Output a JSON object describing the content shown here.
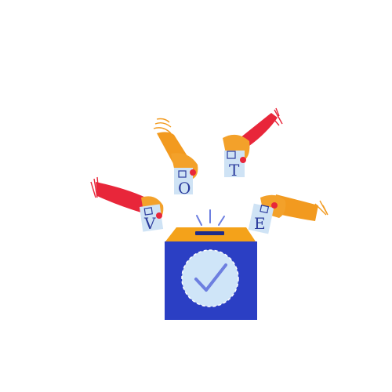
{
  "ballots": [
    {
      "letter": "V"
    },
    {
      "letter": "O"
    },
    {
      "letter": "T"
    },
    {
      "letter": "E"
    }
  ],
  "colors": {
    "sleeve_red": "#e8263a",
    "sleeve_orange": "#f29a1f",
    "skin": "#f3a12a",
    "ballot_paper": "#cfe3f5",
    "ink": "#2a3a9c",
    "box_front": "#2b3fc4",
    "box_lid": "#f4a21a",
    "slot": "#1e2b8a",
    "seal_fill": "#cfe5f8",
    "check_mark": "#6d7fe0",
    "sparkle": "#6d7fe0"
  },
  "icons": {
    "ballot_box": "ballot-box-icon",
    "check": "check-mark-icon",
    "checkbox": "checkbox-icon"
  }
}
